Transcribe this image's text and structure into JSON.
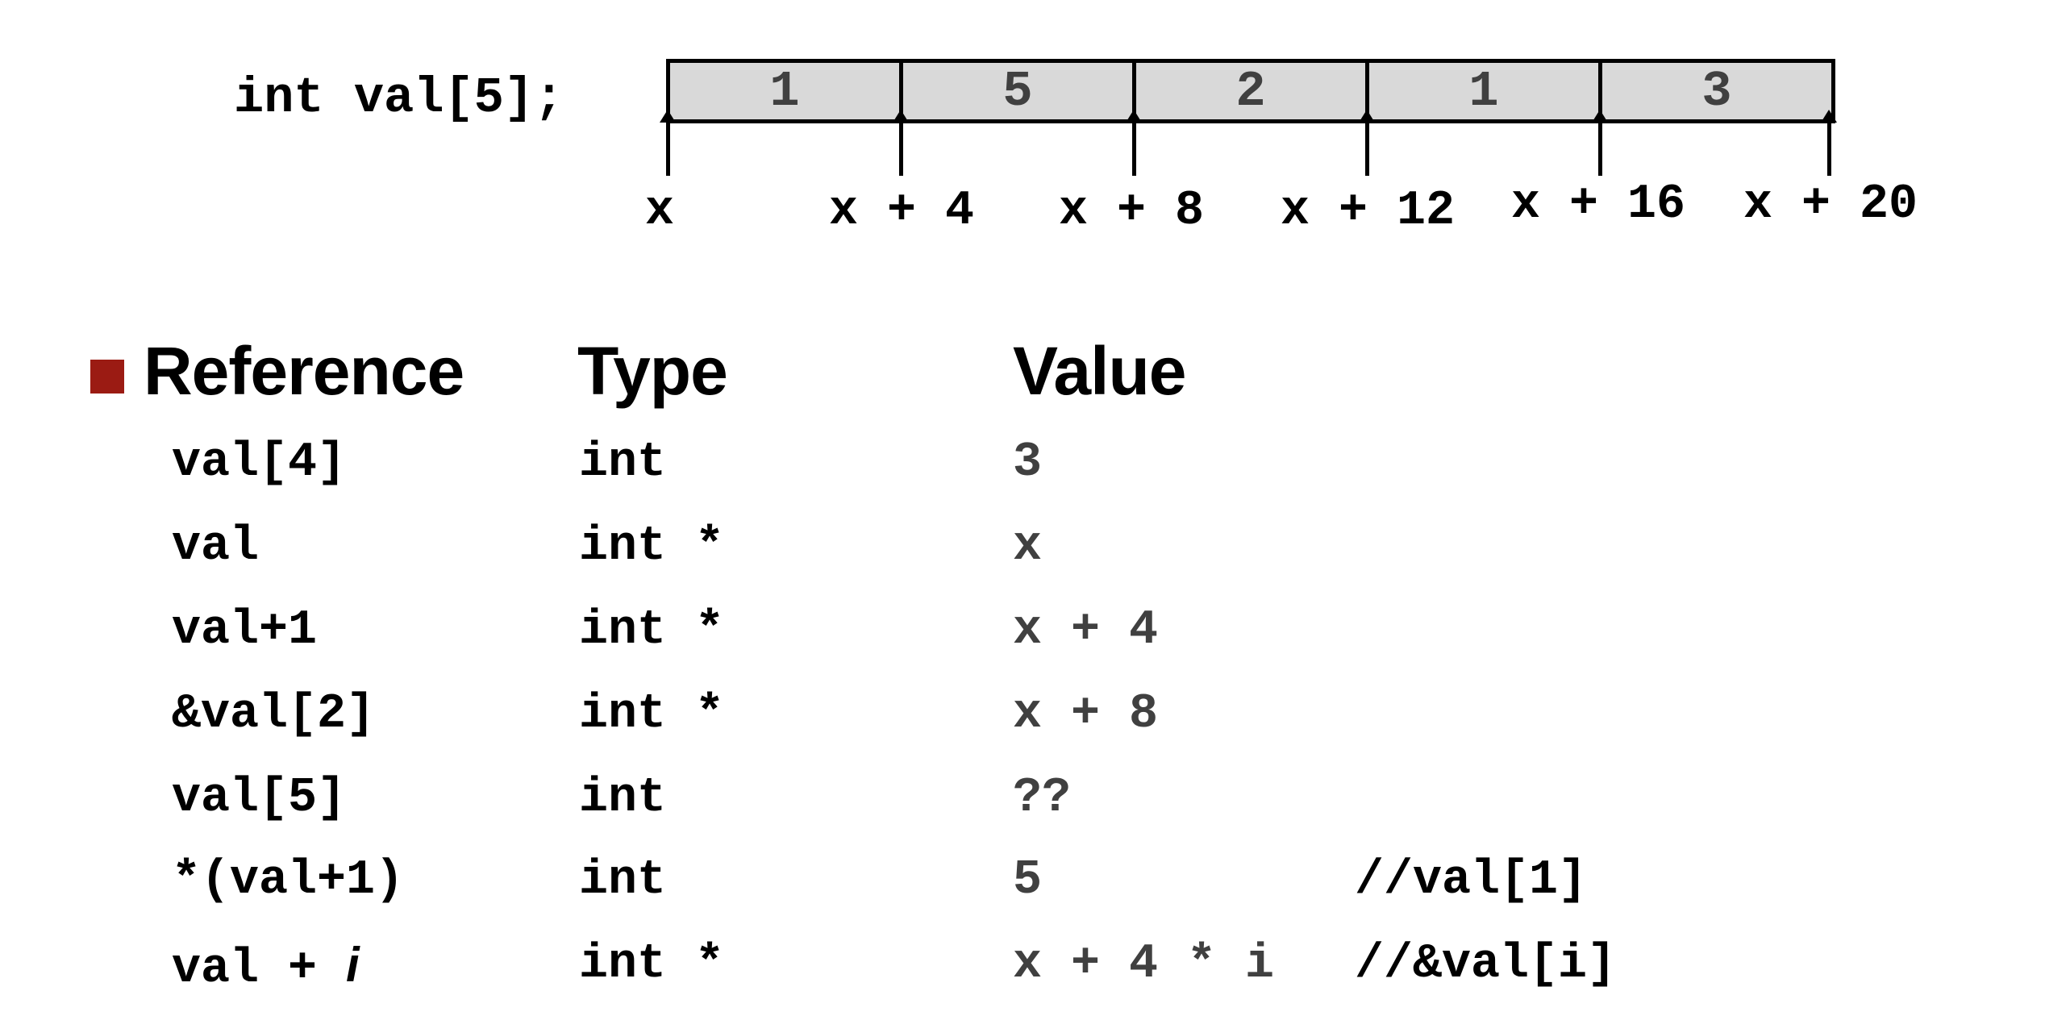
{
  "declaration": "int val[5];",
  "array": {
    "cells": [
      "1",
      "5",
      "2",
      "1",
      "3"
    ],
    "addresses": [
      "x",
      "x + 4",
      "x + 8",
      "x + 12",
      "x + 16",
      "x + 20"
    ]
  },
  "table": {
    "headers": {
      "reference": "Reference",
      "type": "Type",
      "value": "Value"
    },
    "rows": [
      {
        "reference": "val[4]",
        "type": "int",
        "value": "3",
        "comment": ""
      },
      {
        "reference": "val",
        "type": "int *",
        "value": "x",
        "comment": ""
      },
      {
        "reference": "val+1",
        "type": "int *",
        "value": "x + 4",
        "comment": ""
      },
      {
        "reference": "&val[2]",
        "type": "int *",
        "value": "x + 8",
        "comment": ""
      },
      {
        "reference": "val[5]",
        "type": "int",
        "value": "??",
        "comment": ""
      },
      {
        "reference": "*(val+1)",
        "type": "int",
        "value": "5",
        "comment": "//val[1]"
      },
      {
        "reference_prefix": "val + ",
        "reference_var": "i",
        "type": "int *",
        "value": "x + 4 * i",
        "comment": "//&val[i]"
      }
    ]
  },
  "colors": {
    "bullet": "#9b1b13",
    "cell_fill": "#d9d9d9",
    "value_text": "#404040"
  }
}
